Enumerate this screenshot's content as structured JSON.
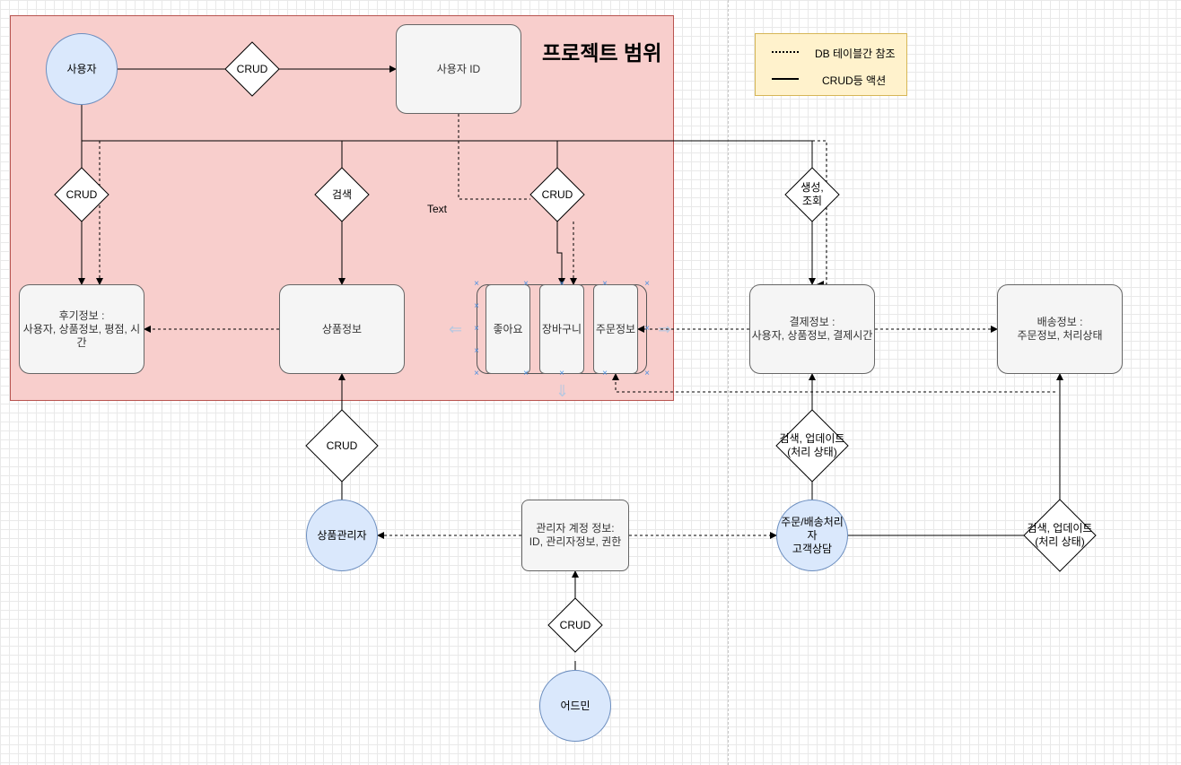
{
  "diagram": {
    "scope_title": "프로젝트 범위",
    "legend": {
      "dotted_label": "DB 테이블간 참조",
      "solid_label": "CRUD등 액션"
    },
    "nodes": {
      "user": "사용자",
      "user_id": "사용자 ID",
      "review": "후기정보 :\n사용자, 상품정보, 평점, 시간",
      "product": "상품정보",
      "like": "좋아요",
      "cart": "장바구니",
      "order": "주문정보",
      "payment": "결제정보 :\n사용자, 상품정보, 결제시간",
      "delivery": "배송정보 :\n주문정보, 처리상태",
      "product_manager": "상품관리자",
      "admin_account": "관리자 계정 정보:\nID, 관리자정보, 권한",
      "order_handler": "주문/배송처리자\n고객상담",
      "admin": "어드민"
    },
    "decisions": {
      "user_crud": "CRUD",
      "review_crud": "CRUD",
      "search": "검색",
      "cart_crud": "CRUD",
      "create_view": "생성,\n조회",
      "product_crud": "CRUD",
      "search_update_payment": "검색, 업데이트\n(처리 상태)",
      "search_update_delivery": "검색, 업데이트\n(처리 상태)",
      "admin_crud": "CRUD"
    },
    "floating_text": "Text"
  }
}
